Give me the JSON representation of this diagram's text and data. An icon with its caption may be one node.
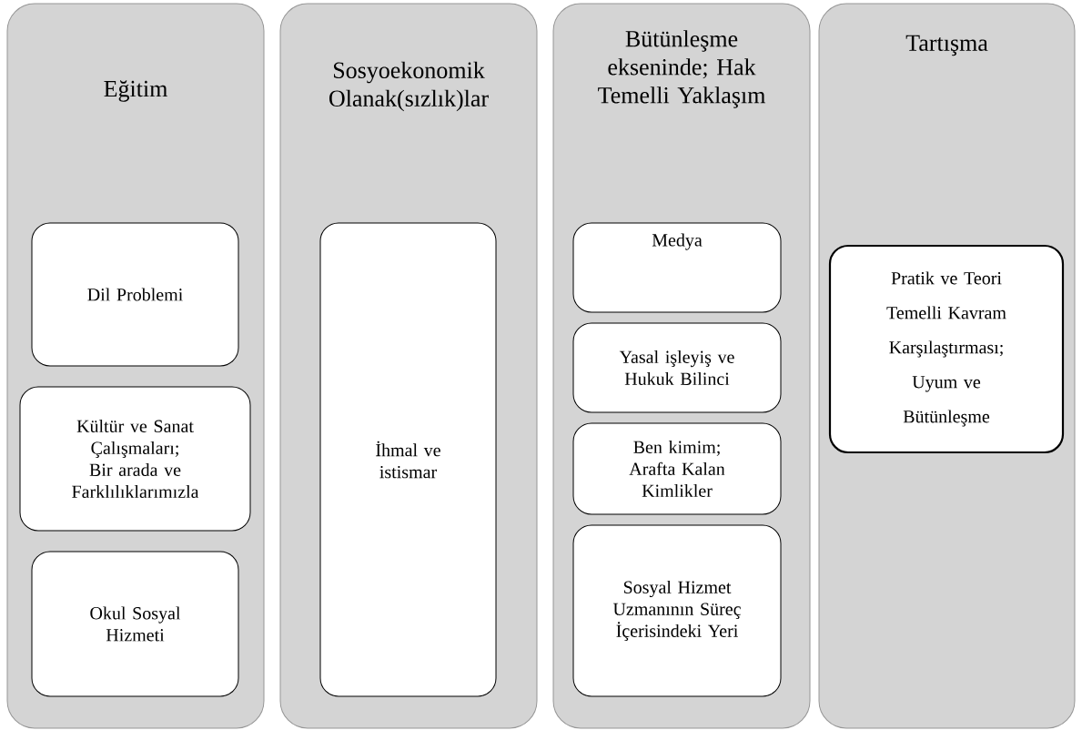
{
  "diagram": {
    "nodes": [
      {
        "text": [
          "Eğitim"
        ]
      },
      {
        "text": [
          "Dil Problemi"
        ],
        "in": 0
      },
      {
        "text": [
          "Kültür ve Sanat Çalışmaları; Bir arada ve Farklılıklarımızla"
        ],
        "in": 0
      },
      {
        "text": [
          "Okul Sosyal Hizmeti"
        ],
        "in": 0
      },
      {
        "text": [
          "Sosyoekonomik Olanak(sızlık)lar"
        ]
      },
      {
        "text": [
          "İhmal ve istismar"
        ],
        "in": 4
      },
      {
        "text": [
          "Bütünleşme ekseninde; Hak Temelli Yaklaşım"
        ]
      },
      {
        "text": [
          "Medya"
        ],
        "in": 6
      },
      {
        "text": [
          "Yasal işleyiş ve Hukuk Bilinci"
        ],
        "in": 6
      },
      {
        "text": [
          "Ben kimim; Arafta Kalan Kimlikler"
        ],
        "in": 6
      },
      {
        "text": [
          "Sosyal Hizmet Uzmanının Süreç İçerisindeki Yeri"
        ],
        "in": 6
      },
      {
        "text": [
          "Tartışma"
        ]
      },
      {
        "text": [
          "Pratik ve Teori Temelli Kavram Karşılaştırması; Uyum ve Bütünleşme"
        ],
        "in": 11
      }
    ]
  }
}
